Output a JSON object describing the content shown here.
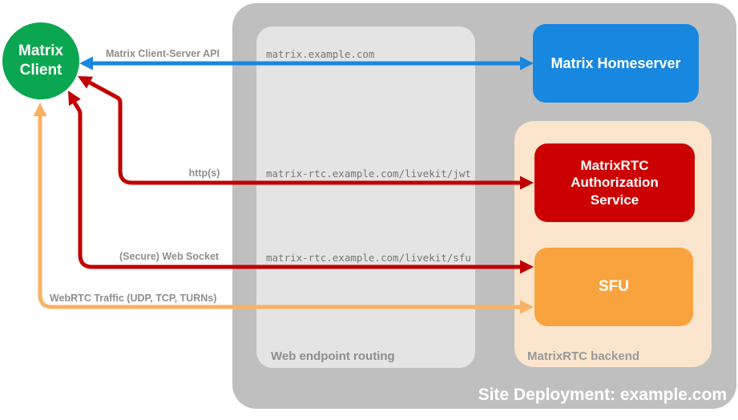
{
  "title": "Site Deployment: example.com",
  "nodes": {
    "client": "Matrix Client",
    "homeserver": "Matrix Homeserver",
    "auth_service": "MatrixRTC Authorization Service",
    "sfu": "SFU"
  },
  "containers": {
    "web_routing_label": "Web endpoint routing",
    "backend_label": "MatrixRTC backend"
  },
  "connections": [
    {
      "label": "Matrix Client-Server API",
      "route": "matrix.example.com",
      "from": "Matrix Client",
      "to": "Matrix Homeserver"
    },
    {
      "label": "http(s)",
      "route": "matrix-rtc.example.com/livekit/jwt",
      "from": "Matrix Client",
      "to": "MatrixRTC Authorization Service"
    },
    {
      "label": "(Secure) Web Socket",
      "route": "matrix-rtc.example.com/livekit/sfu",
      "from": "Matrix Client",
      "to": "SFU"
    },
    {
      "label": "WebRTC Traffic (UDP, TCP, TURNs)",
      "route": "",
      "from": "Matrix Client",
      "to": "SFU"
    }
  ],
  "colors": {
    "green": "#0ba750",
    "blue": "#1787e0",
    "red_box": "#cc0000",
    "red_arrow": "#c00000",
    "orange_box": "#f9a33f",
    "orange_arrow": "#f9b163",
    "peach": "#fce5cd",
    "outer_gray": "#bfbfbf",
    "inner_gray": "#e4e4e4"
  }
}
